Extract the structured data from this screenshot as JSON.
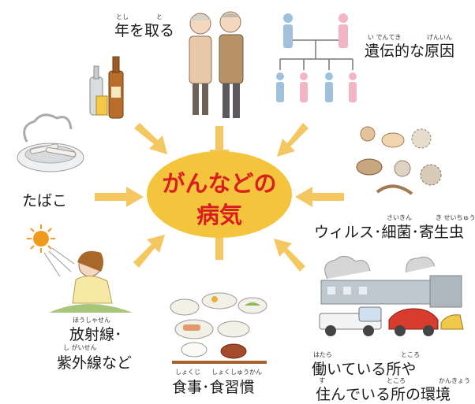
{
  "center": {
    "line1": "がんなどの",
    "line2": "病気"
  },
  "causes": {
    "age": {
      "label": "年を取る",
      "ruby1": "とし",
      "ruby2": "と"
    },
    "genetic": {
      "label": "遺伝的な原因",
      "ruby1": "い でんてき",
      "ruby2": "げんいん"
    },
    "tobacco": {
      "label": "たばこ"
    },
    "microbes": {
      "label": "ウィルス･細菌･寄生虫",
      "ruby1": "さいきん",
      "ruby2": "き せいちゅう"
    },
    "radiation": {
      "line1": "放射線･",
      "line2": "紫外線など",
      "ruby1": "ほうしゃせん",
      "ruby2": "し がいせん"
    },
    "diet": {
      "label": "食事･食習慣",
      "ruby1": "しょくじ",
      "ruby2": "しょくしゅうかん"
    },
    "environment": {
      "line1": "働いている所や",
      "line2": "住んでいる所の環境",
      "ruby1": "はたら",
      "ruby2": "ところ",
      "ruby3": "す",
      "ruby4": "ところ",
      "ruby5": "かんきょう"
    }
  },
  "colors": {
    "center_fill": "#f4c43c",
    "center_text": "#d81e1e",
    "arrow": "#f5c760",
    "male": "#9fc1dc",
    "female": "#f2b5c4"
  }
}
